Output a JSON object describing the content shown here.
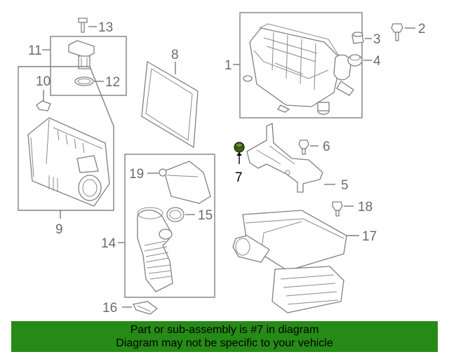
{
  "callouts": {
    "c1": "1",
    "c2": "2",
    "c3": "3",
    "c4": "4",
    "c5": "5",
    "c6": "6",
    "c7": "7",
    "c8": "8",
    "c9": "9",
    "c10": "10",
    "c11": "11",
    "c12": "12",
    "c13": "13",
    "c14": "14",
    "c15": "15",
    "c16": "16",
    "c17": "17",
    "c18": "18",
    "c19": "19"
  },
  "highlighted_part": "7",
  "banner": {
    "line1": "Part or sub-assembly is #7 in diagram",
    "line2": "Diagram may not be specific to your vehicle",
    "color": "#268b16"
  }
}
